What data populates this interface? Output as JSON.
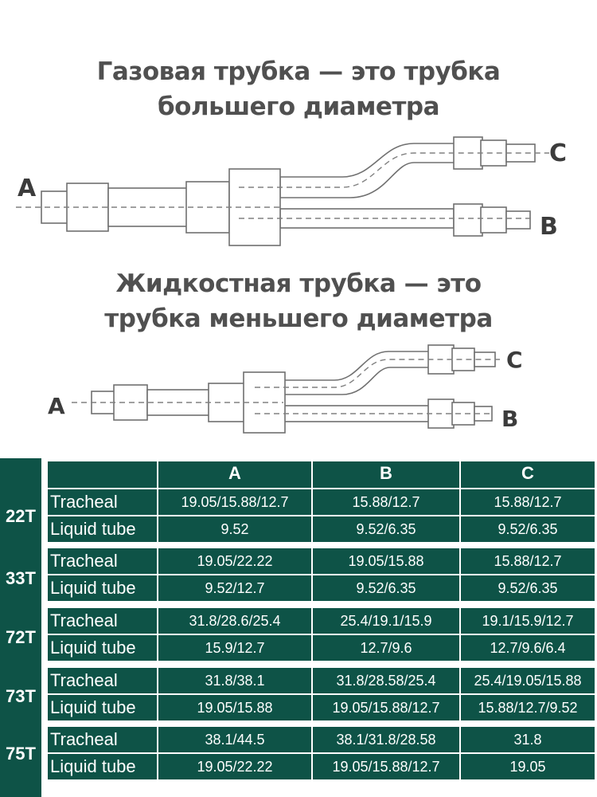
{
  "heading_gas": {
    "line1": "Газовая трубка — это трубка",
    "line2": "большего диаметра"
  },
  "heading_liquid": {
    "line1": "Жидкостная трубка — это",
    "line2": "трубка меньшего диаметра"
  },
  "diagram_labels": {
    "a": "A",
    "b": "B",
    "c": "C"
  },
  "table": {
    "columns": [
      "A",
      "B",
      "C"
    ],
    "groups": [
      {
        "model": "22T",
        "rows": [
          {
            "label": "Tracheal",
            "values": [
              "19.05/15.88/12.7",
              "15.88/12.7",
              "15.88/12.7"
            ]
          },
          {
            "label": "Liquid tube",
            "values": [
              "9.52",
              "9.52/6.35",
              "9.52/6.35"
            ]
          }
        ]
      },
      {
        "model": "33T",
        "rows": [
          {
            "label": "Tracheal",
            "values": [
              "19.05/22.22",
              "19.05/15.88",
              "15.88/12.7"
            ]
          },
          {
            "label": "Liquid tube",
            "values": [
              "9.52/12.7",
              "9.52/6.35",
              "9.52/6.35"
            ]
          }
        ]
      },
      {
        "model": "72T",
        "rows": [
          {
            "label": "Tracheal",
            "values": [
              "31.8/28.6/25.4",
              "25.4/19.1/15.9",
              "19.1/15.9/12.7"
            ]
          },
          {
            "label": "Liquid tube",
            "values": [
              "15.9/12.7",
              "12.7/9.6",
              "12.7/9.6/6.4"
            ]
          }
        ]
      },
      {
        "model": "73T",
        "rows": [
          {
            "label": "Tracheal",
            "values": [
              "31.8/38.1",
              "31.8/28.58/25.4",
              "25.4/19.05/15.88"
            ]
          },
          {
            "label": "Liquid tube",
            "values": [
              "19.05/15.88",
              "19.05/15.88/12.7",
              "15.88/12.7/9.52"
            ]
          }
        ]
      },
      {
        "model": "75T",
        "rows": [
          {
            "label": "Tracheal",
            "values": [
              "38.1/44.5",
              "38.1/31.8/28.58",
              "31.8"
            ]
          },
          {
            "label": "Liquid tube",
            "values": [
              "19.05/22.22",
              "19.05/15.88/12.7",
              "19.05"
            ]
          }
        ]
      }
    ]
  },
  "colors": {
    "table_green": "#0e5347",
    "heading_gray": "#505050"
  }
}
